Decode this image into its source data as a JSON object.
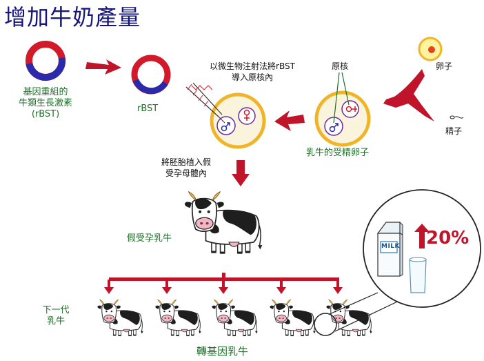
{
  "title": "增加牛奶產量",
  "labels": {
    "gene_line1": "基因重組的",
    "gene_line2": "牛類生長激素",
    "gene_line3": "(rBST)",
    "rbst": "rBST",
    "inject_line1": "以微生物注射法將rBST",
    "inject_line2": "導入原核內",
    "pronucleus": "原核",
    "egg": "卵子",
    "sperm": "精子",
    "fertilized_egg": "乳牛的受精卵子",
    "implant_line1": "將胚胎植入假",
    "implant_line2": "受孕母體內",
    "surrogate_cow": "假受孕乳牛",
    "next_gen_line1": "下一代",
    "next_gen_line2": "乳牛",
    "transgenic_cow": "轉基因乳牛",
    "milk_carton": "MILK",
    "increase": "20%"
  },
  "colors": {
    "arrow_red": "#c0142a",
    "plasmid_red": "#d11a2a",
    "plasmid_blue": "#2b2aa8",
    "cell_fill": "#fbf4dc",
    "cell_border": "#f0b428",
    "label_green": "#1f6e2a",
    "title_blue": "#16167a"
  },
  "icons": {
    "gene_plasmid": "plasmid-ring-icon",
    "rbst_plasmid": "plasmid-ring-icon",
    "syringe": "micro-injection-needle-icon",
    "male_symbol": "male-pronucleus-icon",
    "female_symbol": "female-pronucleus-icon",
    "egg": "egg-cell-icon",
    "sperm": "sperm-icon",
    "cow": "dairy-cow-icon",
    "milk_carton": "milk-carton-icon",
    "glass": "milk-glass-icon",
    "up_arrow": "up-arrow-icon"
  }
}
